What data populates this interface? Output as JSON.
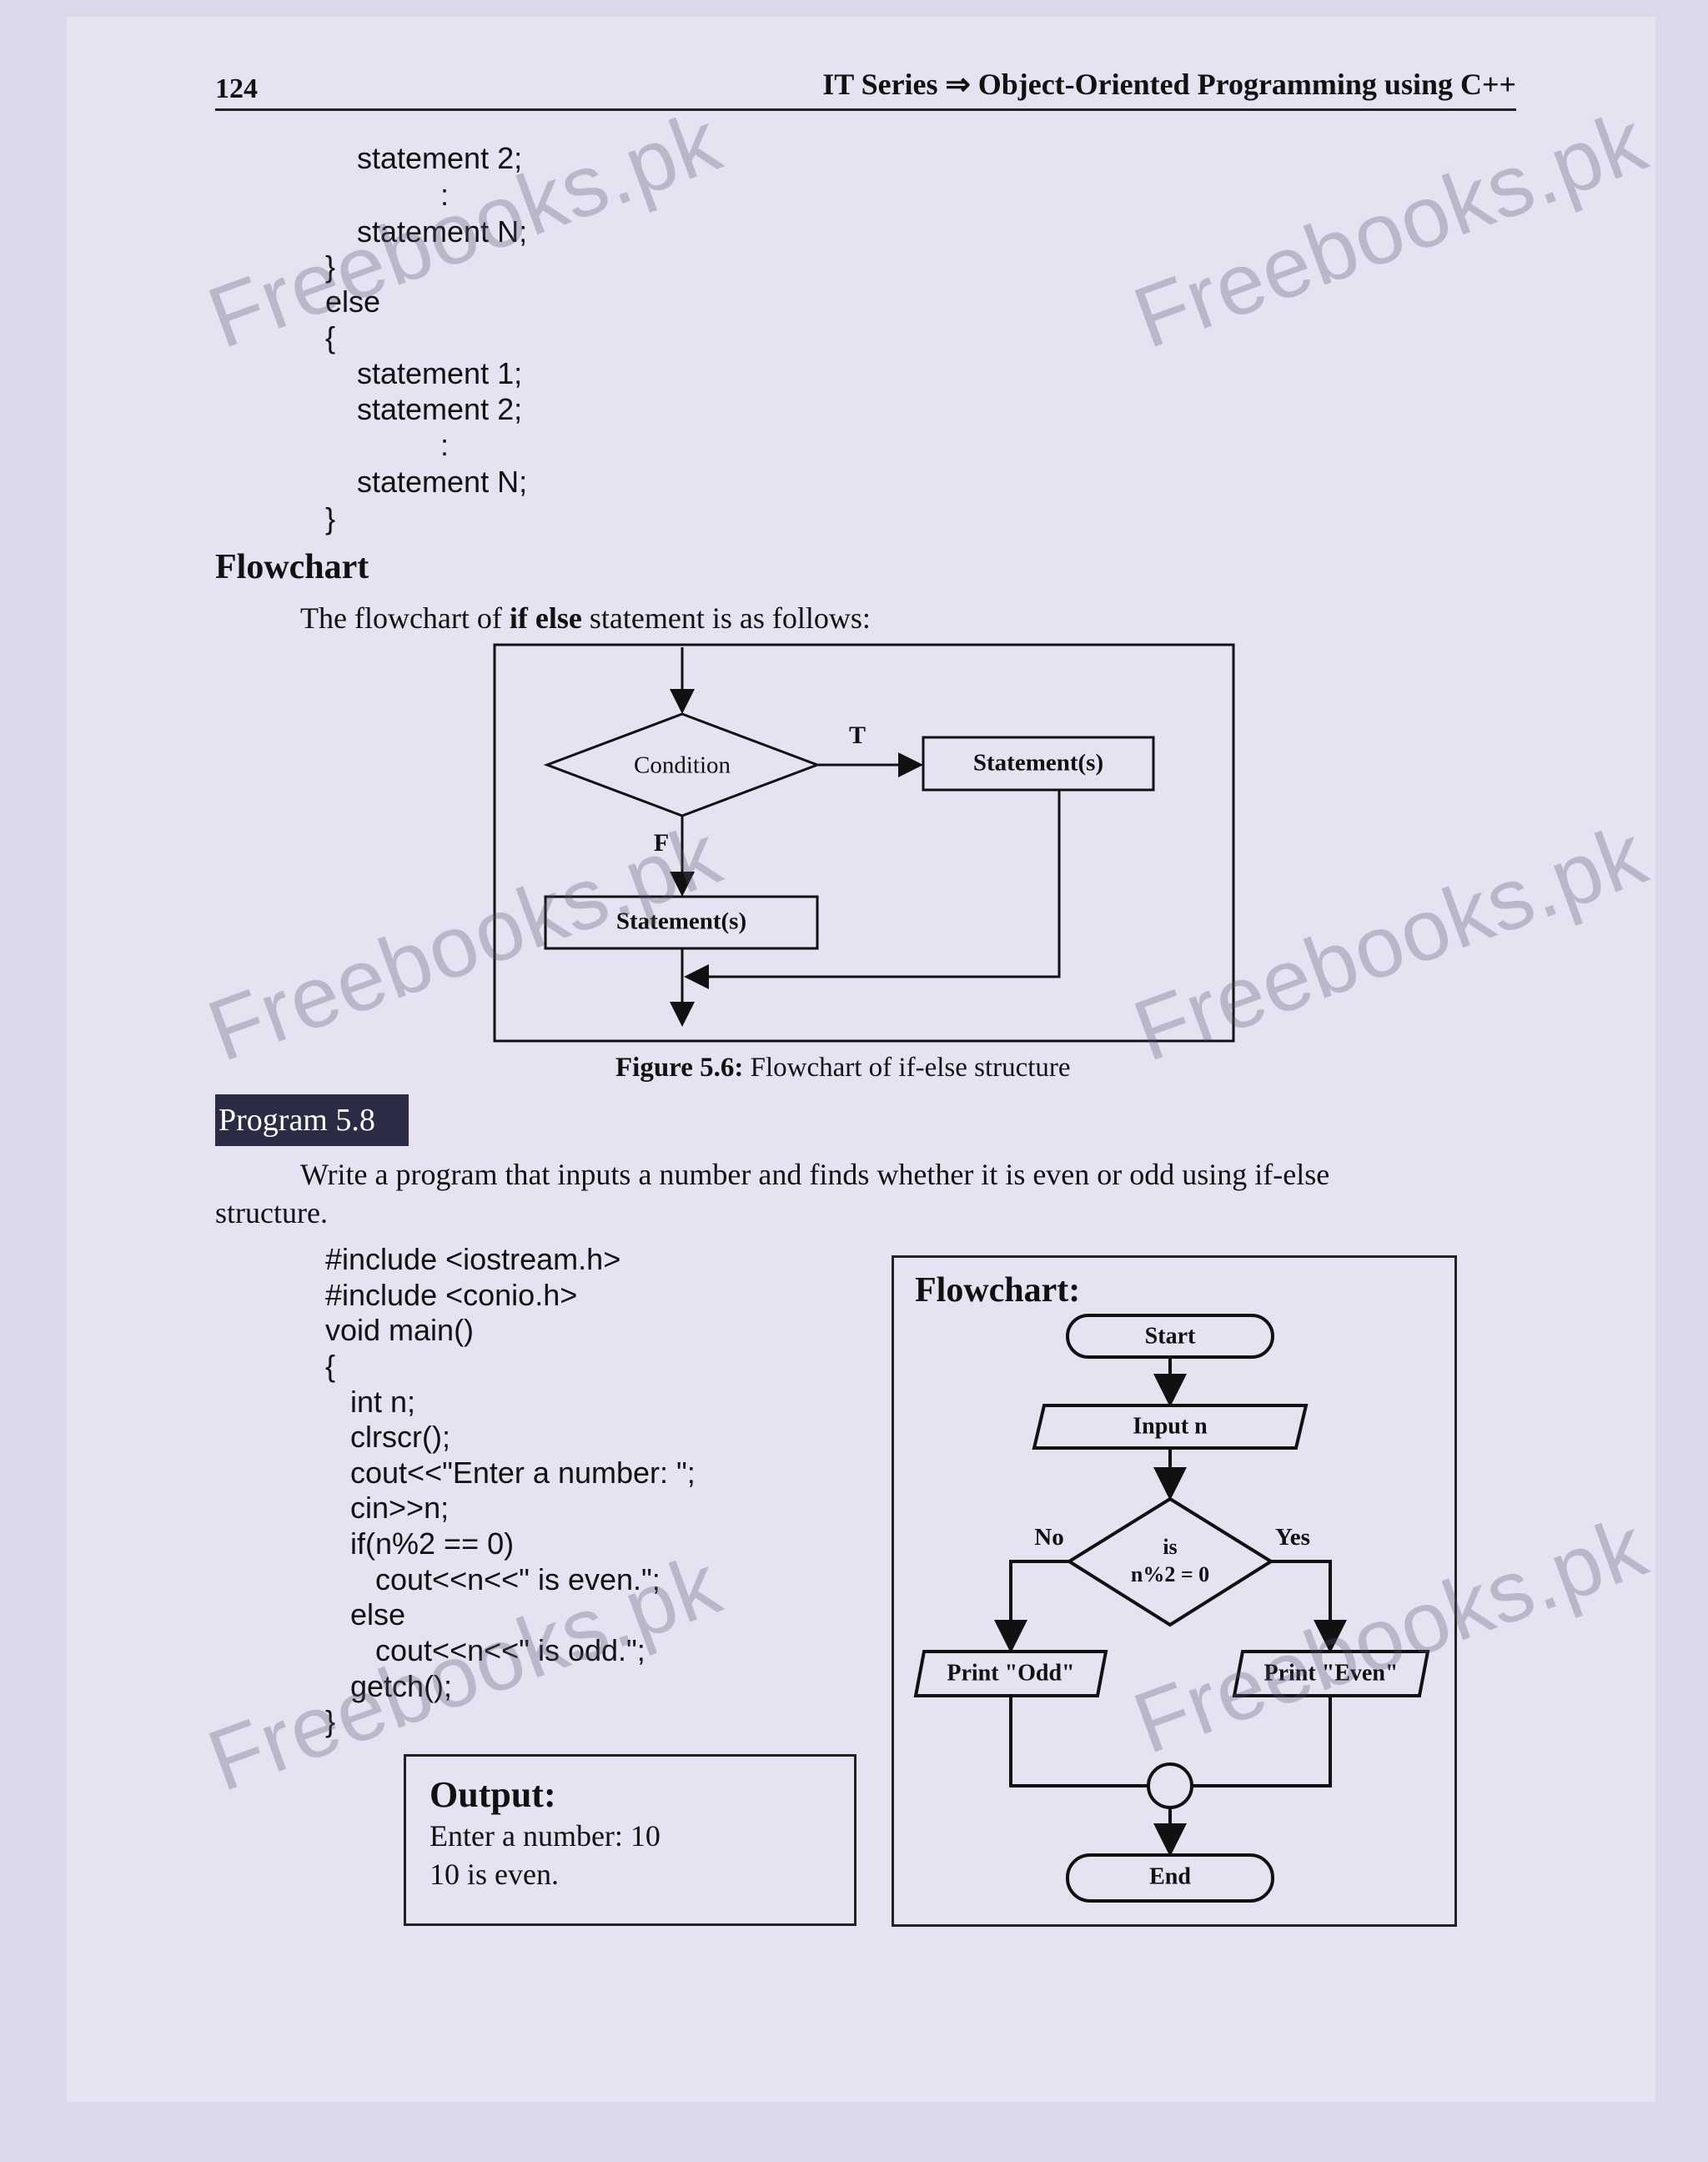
{
  "watermark": "Freebooks.pk",
  "header": {
    "page_number": "124",
    "title": "IT Series ⇒ Object-Oriented Programming using C++"
  },
  "syntax_code": [
    "statement 2;",
    ":",
    "statement N;",
    "}",
    "else",
    "{",
    "statement 1;",
    "statement 2;",
    ":",
    "statement N;",
    "}"
  ],
  "flowchart_section": {
    "heading": "Flowchart",
    "intro_prefix": "The flowchart of ",
    "intro_bold": "if else",
    "intro_suffix": " statement is as follows:",
    "condition": "Condition",
    "true_label": "T",
    "false_label": "F",
    "true_statement": "Statement(s)",
    "false_statement": "Statement(s)",
    "caption_bold": "Figure 5.6:",
    "caption_text": " Flowchart of if-else structure"
  },
  "program": {
    "label": "Program 5.8",
    "description_line1": "Write a program that inputs a number and finds whether it is even or odd using if-else",
    "description_line2": "structure.",
    "code": [
      "#include <iostream.h>",
      "#include <conio.h>",
      "void main()",
      "{",
      "   int n;",
      "   clrscr();",
      "   cout<<\"Enter a number: \";",
      "   cin>>n;",
      "   if(n%2 == 0)",
      "      cout<<n<<\" is even.\";",
      "   else",
      "      cout<<n<<\" is odd.\";",
      "   getch();",
      "}"
    ]
  },
  "output": {
    "title": "Output:",
    "lines": [
      "Enter a number: 10",
      "10 is even."
    ]
  },
  "program_flowchart": {
    "title": "Flowchart:",
    "start": "Start",
    "input": "Input n",
    "decision_line1": "is",
    "decision_line2": "n%2 = 0",
    "no_label": "No",
    "yes_label": "Yes",
    "print_odd": "Print \"Odd\"",
    "print_even": "Print \"Even\"",
    "end": "End"
  }
}
